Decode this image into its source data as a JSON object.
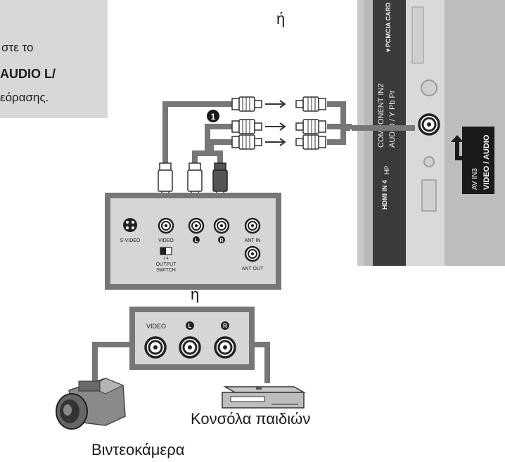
{
  "instruction": {
    "line1": "στε το",
    "line2": "AUDIO L/",
    "line3": "εόρασης."
  },
  "or_top": "ή",
  "or_middle": "ή",
  "callout_number": "1",
  "tv_panel": {
    "pcmcia": "▼PCMCIA CARD",
    "component_in": "COMPONENT IN2",
    "component_sub": "AUDIO / Y Pb Pr",
    "hp": "HP",
    "hdmi": "HDMI IN 4",
    "av_in": "AV IN3",
    "av_sub": "VIDEO / AUDIO"
  },
  "vcr_panel": {
    "svideo": "S-VIDEO",
    "video": "VIDEO",
    "l": "L",
    "r": "R",
    "ant_in": "ANT IN",
    "ant_out": "ANT OUT",
    "switch_34": "3  4",
    "output_switch_1": "OUTPUT",
    "output_switch_2": "SWITCH"
  },
  "camera_panel": {
    "video": "VIDEO",
    "l": "L",
    "r": "R"
  },
  "caption_console": "Κονσόλα παιδιών",
  "caption_camera": "Βιντεοκάμερα"
}
